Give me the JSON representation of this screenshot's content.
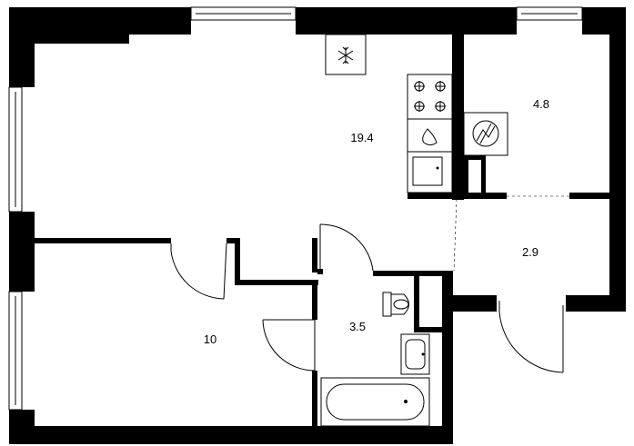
{
  "rooms": [
    {
      "id": "living-kitchen",
      "area": "19.4"
    },
    {
      "id": "loggia",
      "area": "4.8"
    },
    {
      "id": "hallway",
      "area": "2.9"
    },
    {
      "id": "bedroom",
      "area": "10"
    },
    {
      "id": "bathroom",
      "area": "3.5"
    }
  ],
  "fixtures": [
    "fridge",
    "cooktop",
    "sink",
    "dishwasher",
    "washer",
    "toilet",
    "washbasin",
    "bathtub"
  ],
  "colors": {
    "wall": "#000000",
    "background": "#ffffff"
  }
}
